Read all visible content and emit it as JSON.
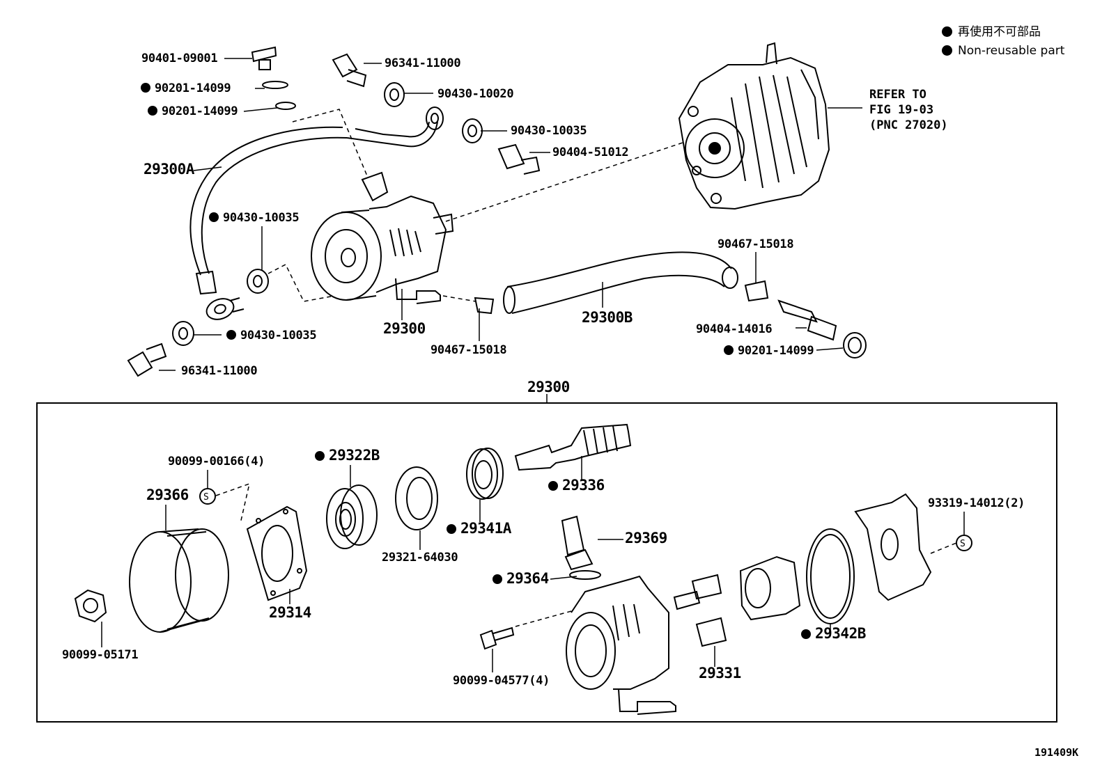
{
  "legend": {
    "jp": "再使用不可部品",
    "en": "Non-reusable part"
  },
  "refer": {
    "line1": "REFER TO",
    "line2": "FIG 19-03",
    "line3": "(PNC 27020)"
  },
  "labels": {
    "p90401_09001": "90401-09001",
    "p96341_11000_a": "96341-11000",
    "p90201_14099_a": "90201-14099",
    "p90430_10020": "90430-10020",
    "p90201_14099_b": "90201-14099",
    "p90430_10035_a": "90430-10035",
    "p90404_51012": "90404-51012",
    "p29300A": "29300A",
    "p90430_10035_b": "90430-10035",
    "p90467_15018_a": "90467-15018",
    "p29300_pump": "29300",
    "p29300B": "29300B",
    "p90404_14016": "90404-14016",
    "p90430_10035_c": "90430-10035",
    "p90201_14099_c": "90201-14099",
    "p96341_11000_b": "96341-11000",
    "p90467_15018_b": "90467-15018",
    "p29300_box": "29300",
    "p90099_00166": "90099-00166(4)",
    "p29322B": "29322B",
    "p29336": "29336",
    "p29366": "29366",
    "p29341A": "29341A",
    "p93319_14012": "93319-14012(2)",
    "p29369": "29369",
    "p29321_64030": "29321-64030",
    "p29364": "29364",
    "p29314": "29314",
    "p29342B": "29342B",
    "p90099_05171": "90099-05171",
    "p29331": "29331",
    "p90099_04577": "90099-04577(4)"
  },
  "footer_code": "191409K"
}
